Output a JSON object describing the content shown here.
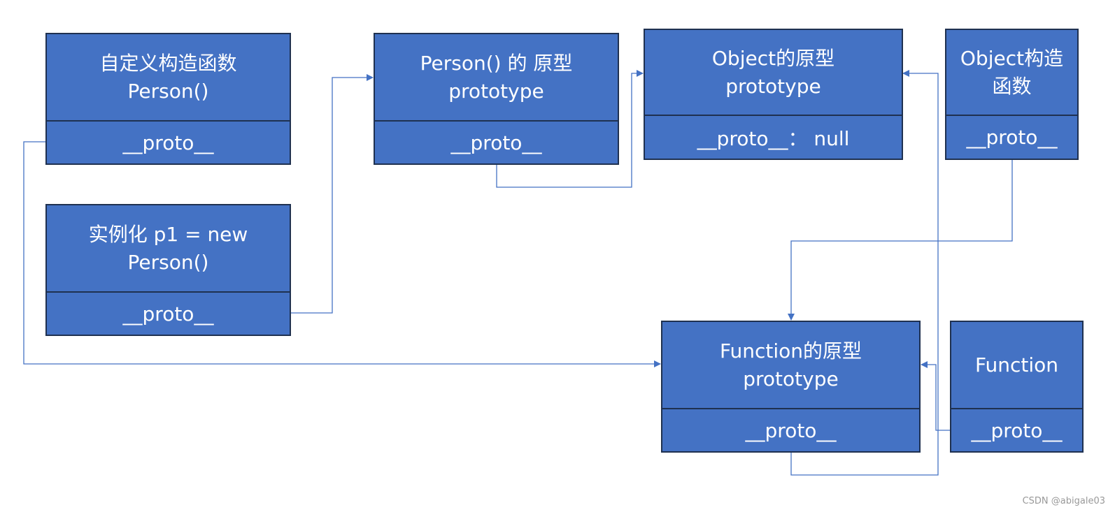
{
  "boxes": {
    "person_ctor": {
      "title": "自定义构造函数\nPerson()",
      "proto": "__proto__"
    },
    "instance": {
      "title": "实例化 p1 = new\nPerson()",
      "proto": "__proto__"
    },
    "person_proto": {
      "title": "Person() 的 原型\nprototype",
      "proto": "__proto__"
    },
    "object_proto": {
      "title": "Object的原型\nprototype",
      "proto": "__proto__：  null"
    },
    "object_ctor": {
      "title": "Object构造\n函数",
      "proto": "__proto__"
    },
    "function_proto": {
      "title": "Function的原型\nprototype",
      "proto": "__proto__"
    },
    "function_ctor": {
      "title": "Function",
      "proto": "__proto__"
    }
  },
  "watermark": "CSDN @abigale03",
  "colors": {
    "box_fill": "#4472c4",
    "box_border": "#1f3150",
    "connector": "#4472c4"
  }
}
